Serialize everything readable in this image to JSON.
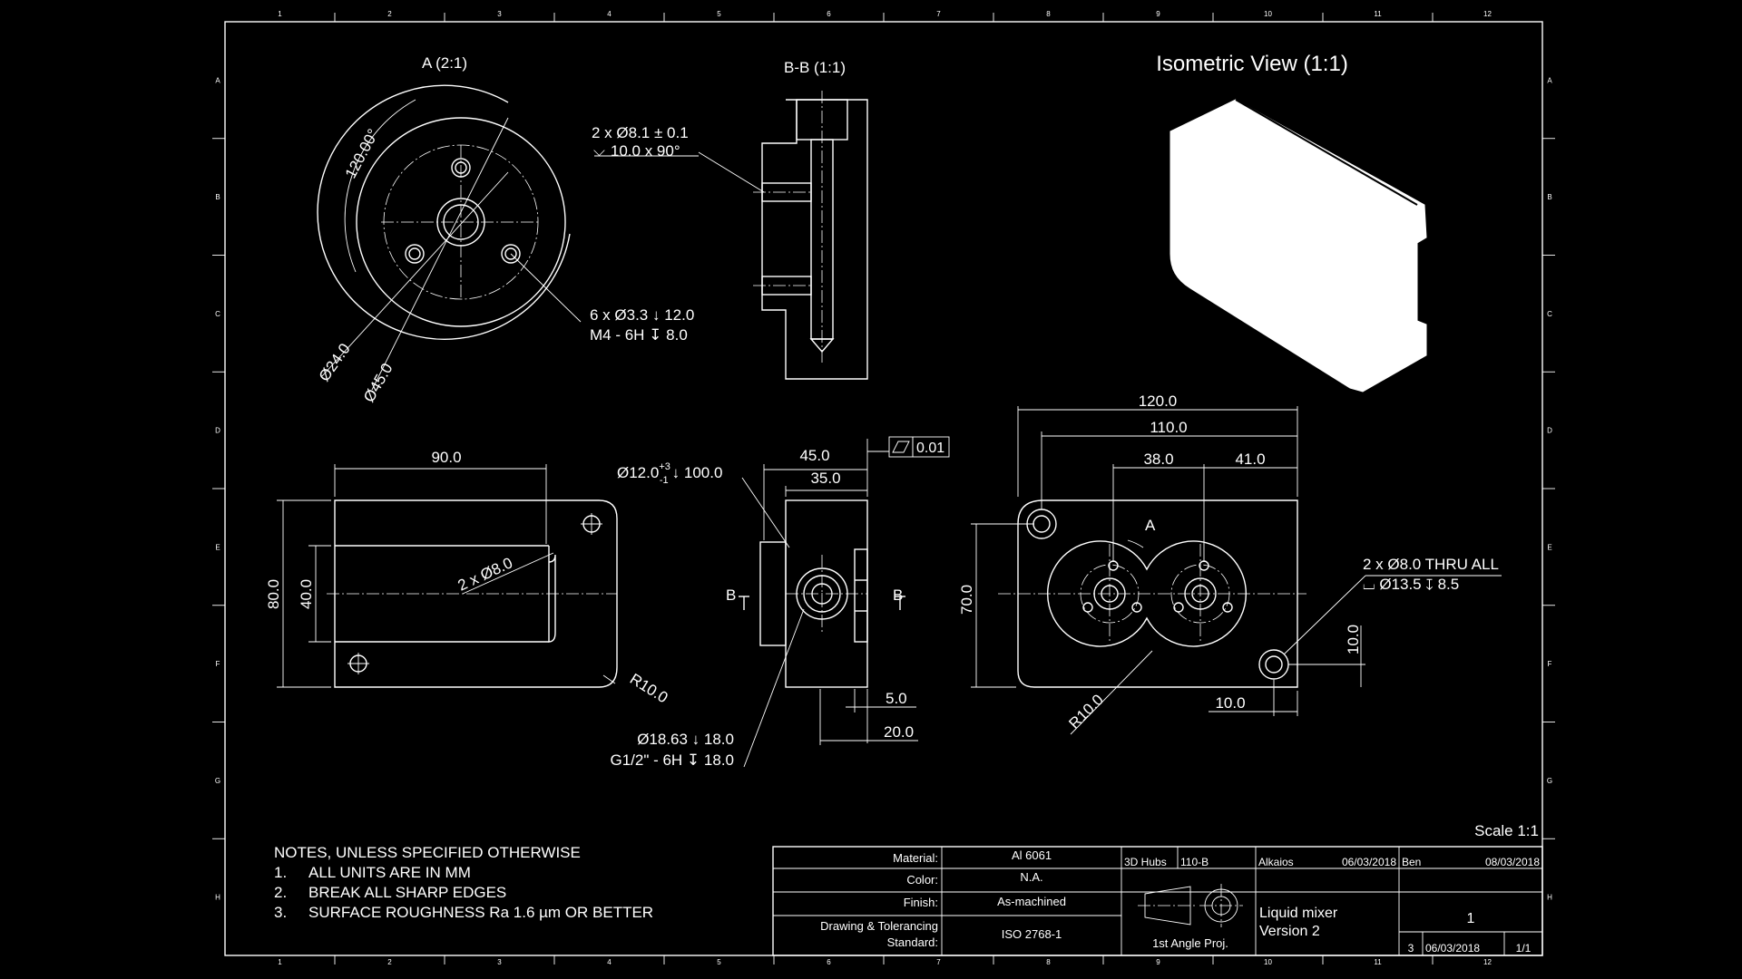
{
  "views": {
    "detail_a": "A (2:1)",
    "section_bb": "B-B (1:1)",
    "isometric": "Isometric View (1:1)",
    "detail_marker": "A"
  },
  "section_markers": {
    "left": "B",
    "right": "B"
  },
  "grid": {
    "cols": [
      "1",
      "2",
      "3",
      "4",
      "5",
      "6",
      "7",
      "8",
      "9",
      "10",
      "11",
      "12"
    ],
    "rows": [
      "A",
      "B",
      "C",
      "D",
      "E",
      "F",
      "G",
      "H"
    ]
  },
  "dims": {
    "angle_120": "120.00°",
    "d24": "Ø24.0",
    "d45": "Ø45.0",
    "csk_line1": "2 x  Ø8.1 ± 0.1",
    "csk_line2": "10.0 x 90°",
    "holes6_line1": "6 x Ø3.3 ↓ 12.0",
    "holes6_line2": "M4 - 6H ↧ 8.0",
    "front_90": "90.0",
    "front_80": "80.0",
    "front_40": "40.0",
    "front_2x8": "2 x Ø8.0",
    "front_r10": "R10.0",
    "side_bore": "Ø12.0",
    "side_bore_tol_up": "+3",
    "side_bore_tol_dn": "-1",
    "side_bore_depth": "↓ 100.0",
    "side_45": "45.0",
    "side_35": "35.0",
    "flatness": "0.01",
    "side_5": "5.0",
    "side_20": "20.0",
    "port_line1": "Ø18.63 ↓ 18.0",
    "port_line2": "G1/2\" - 6H ↧ 18.0",
    "right_120": "120.0",
    "right_110": "110.0",
    "right_38": "38.0",
    "right_41": "41.0",
    "right_70": "70.0",
    "right_10v": "10.0",
    "right_10h": "10.0",
    "right_r10": "R10.0",
    "thru_line1": "2 x Ø8.0 THRU ALL",
    "thru_line2": "⌴ Ø13.5 ↧ 8.5"
  },
  "scale": "Scale 1:1",
  "notes": {
    "title": "NOTES, UNLESS SPECIFIED OTHERWISE",
    "items": [
      {
        "num": "1.",
        "text": "ALL UNITS ARE IN MM"
      },
      {
        "num": "2.",
        "text": "BREAK ALL SHARP EDGES"
      },
      {
        "num": "3.",
        "text": "SURFACE ROUGHNESS Ra 1.6 µm OR BETTER"
      }
    ]
  },
  "title_block": {
    "material_label": "Material:",
    "material": "Al 6061",
    "color_label": "Color:",
    "color": "N.A.",
    "finish_label": "Finish:",
    "finish": "As-machined",
    "standard_label_1": "Drawing & Tolerancing",
    "standard_label_2": "Standard:",
    "standard": "ISO 2768-1",
    "company": "3D Hubs",
    "ref": "110-B",
    "created_by": "Alkaios",
    "created_date": "06/03/2018",
    "approved_by": "Ben",
    "approved_date": "08/03/2018",
    "title_line1": "Liquid mixer",
    "title_line2": "Version 2",
    "projection": "1st Angle Proj.",
    "drawing_no": "1",
    "rev": "3",
    "issue_date": "06/03/2018",
    "sheet": "1/1"
  }
}
